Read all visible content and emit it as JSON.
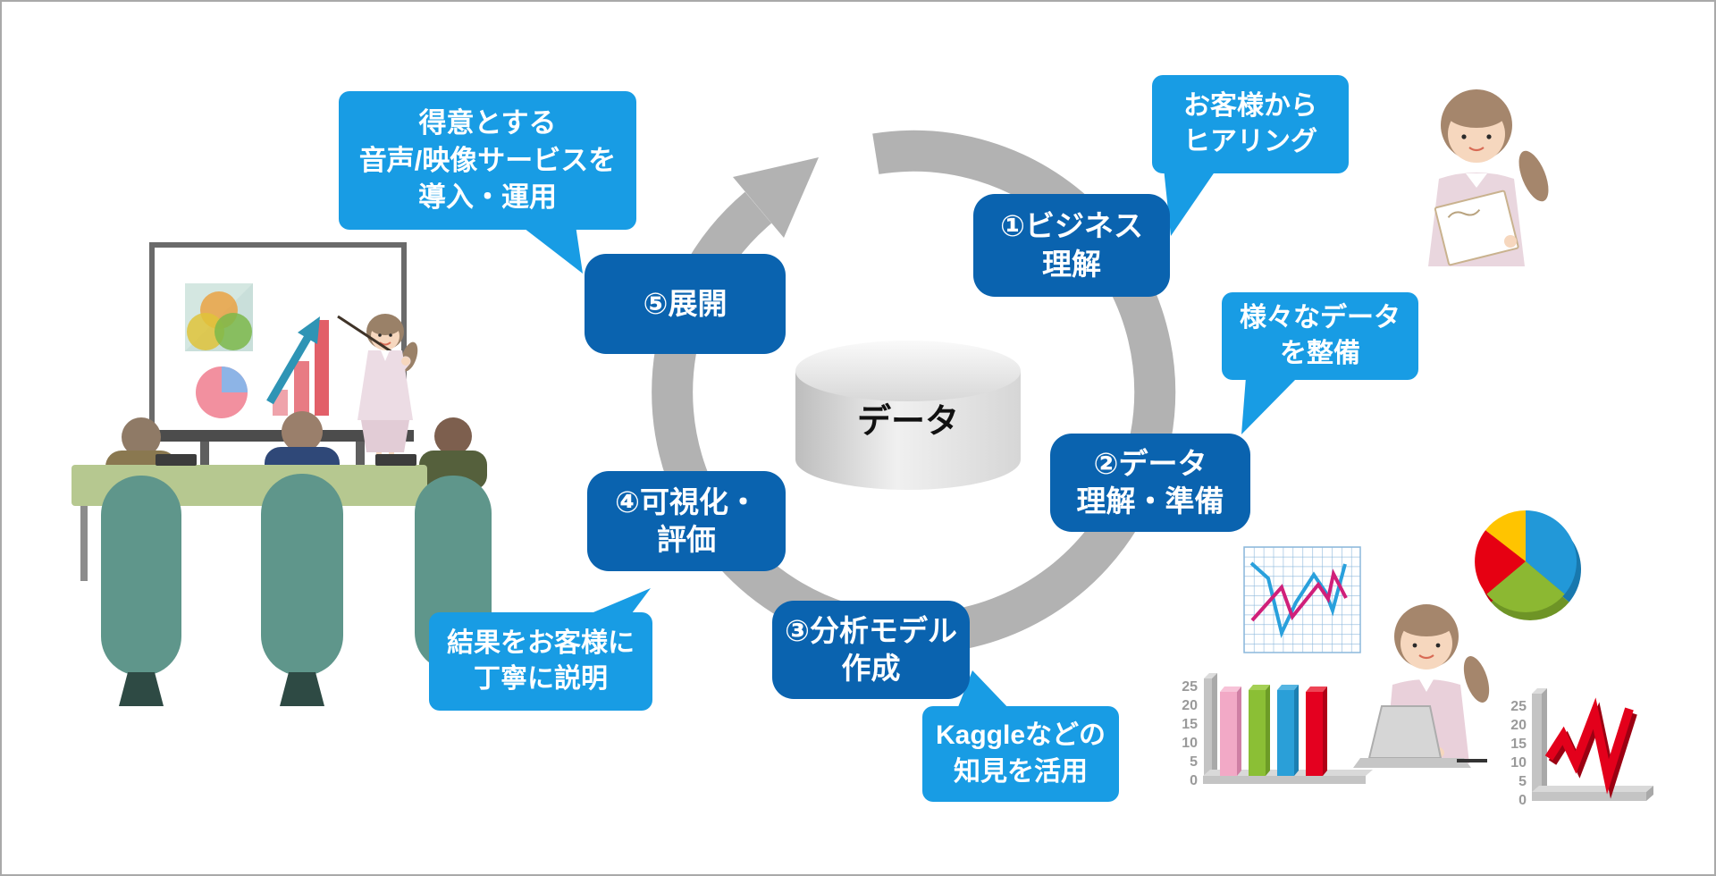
{
  "colors": {
    "step_box_blue": "#0a63af",
    "callout_azure": "#189ce4",
    "cycle_arrow_gray": "#b2b2b2",
    "text_white": "#ffffff"
  },
  "cycle": {
    "center_label": "データ",
    "steps": [
      {
        "id": 1,
        "lines": [
          "①ビジネス",
          "理解"
        ]
      },
      {
        "id": 2,
        "lines": [
          "②データ",
          "理解・準備"
        ]
      },
      {
        "id": 3,
        "lines": [
          "③分析モデル",
          "作成"
        ]
      },
      {
        "id": 4,
        "lines": [
          "④可視化・",
          "評価"
        ]
      },
      {
        "id": 5,
        "lines": [
          "⑤展開"
        ]
      }
    ]
  },
  "callouts": [
    {
      "id": "hearing",
      "lines": [
        "お客様から",
        "ヒアリング"
      ]
    },
    {
      "id": "various-data",
      "lines": [
        "様々なデータ",
        "を整備"
      ]
    },
    {
      "id": "kaggle",
      "lines": [
        "Kaggleなどの",
        "知見を活用"
      ]
    },
    {
      "id": "results",
      "lines": [
        "結果をお客様に",
        "丁寧に説明"
      ]
    },
    {
      "id": "services",
      "lines": [
        "得意とする",
        "音声/映像サービスを",
        "導入・運用"
      ]
    }
  ],
  "illustrations": {
    "bar_chart": {
      "axis_labels": [
        "25",
        "20",
        "15",
        "10",
        "5",
        "0"
      ]
    },
    "red_line_chart": {
      "axis_labels": [
        "25",
        "20",
        "15",
        "10",
        "5",
        "0"
      ]
    }
  }
}
